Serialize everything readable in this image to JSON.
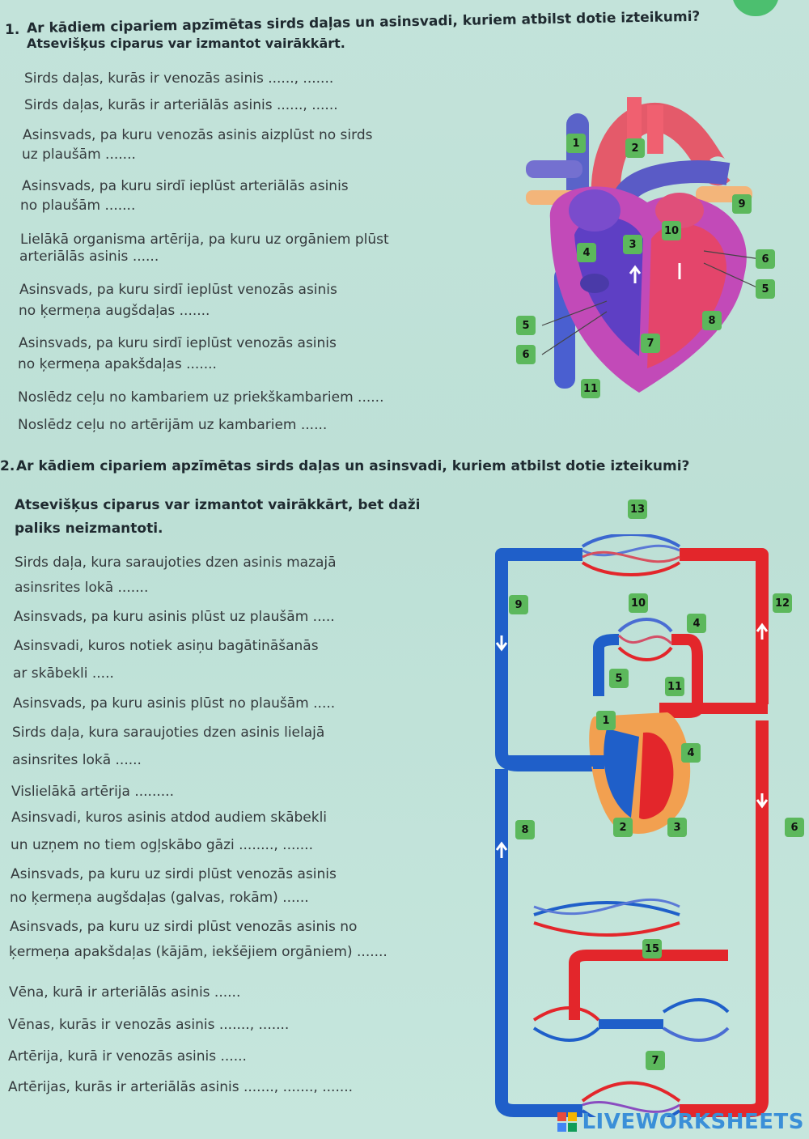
{
  "q1": {
    "number": "1.",
    "title_line1": "Ar kādiem cipariem apzīmētas sirds daļas un asinsvadi, kuriem atbilst dotie izteikumi?",
    "title_line2": "Atsevišķus ciparus var izmantot vairākkārt.",
    "lines": [
      "Sirds daļas, kurās ir venozās asinis ......, .......",
      "Sirds daļas, kurās ir arteriālās asinis ......, ......",
      "Asinsvads, pa kuru venozās asinis aizplūst no sirds",
      "uz plaušām .......",
      "Asinsvads, pa kuru sirdī ieplūst arteriālās asinis",
      "no plaušām .......",
      "Lielākā organisma artērija, pa kuru uz orgāniem plūst",
      "arteriālās asinis ......",
      "Asinsvads, pa kuru sirdī ieplūst venozās asinis",
      "no ķermeņa augšdaļas .......",
      "Asinsvads, pa kuru sirdī ieplūst venozās asinis",
      "no ķermeņa apakšdaļas .......",
      "Noslēdz ceļu no kambariem uz priekškambariem ......",
      "Noslēdz ceļu no artērijām uz kambariem ......"
    ],
    "heart_labels": [
      "1",
      "2",
      "9",
      "10",
      "4",
      "3",
      "6",
      "5",
      "5",
      "8",
      "6",
      "7",
      "11"
    ]
  },
  "q2": {
    "number": "2.",
    "title": "Ar kādiem cipariem apzīmētas sirds daļas un asinsvadi, kuriem atbilst dotie izteikumi?",
    "subtitle_line1": "Atsevišķus ciparus var izmantot vairākkārt, bet daži",
    "subtitle_line2": "paliks neizmantoti.",
    "lines": [
      "Sirds daļa, kura saraujoties dzen asinis mazajā",
      "asinsrites lokā .......",
      "Asinsvads, pa kuru asinis plūst uz plaušām .....",
      "Asinsvadi, kuros notiek asiņu bagātināšanās",
      "ar skābekli .....",
      "Asinsvads, pa kuru asinis plūst no plaušām .....",
      "Sirds daļa, kura saraujoties dzen asinis lielajā",
      "asinsrites lokā ......",
      "Vislielākā artērija .........",
      "Asinsvadi, kuros asinis atdod audiem skābekli",
      "un uzņem no tiem ogļskābo gāzi ........, .......",
      "Asinsvads, pa kuru uz sirdi plūst venozās asinis",
      "no ķermeņa augšdaļas (galvas, rokām) ......",
      "Asinsvads, pa kuru uz sirdi plūst venozās asinis no",
      "ķermeņa apakšdaļas (kājām, iekšējiem orgāniem) .......",
      "Vēna, kurā ir arteriālās asinis ......",
      "Vēnas, kurās ir venozās asinis ......., .......",
      "Artērija, kurā ir venozās asinis ......",
      "Artērijas, kurās ir arteriālās asinis ......., ......., ......."
    ],
    "circ_labels": [
      "13",
      "9",
      "10",
      "12",
      "4",
      "5",
      "11",
      "1",
      "4",
      "8",
      "2",
      "3",
      "6",
      "15",
      "7"
    ]
  },
  "colors": {
    "artery": "#e3262b",
    "vein": "#1f5fc9",
    "badge": "#5cb85c",
    "heart_purple": "#b24db3",
    "heart_orange": "#f2a050"
  },
  "watermark": "LIVEWORKSHEETS"
}
